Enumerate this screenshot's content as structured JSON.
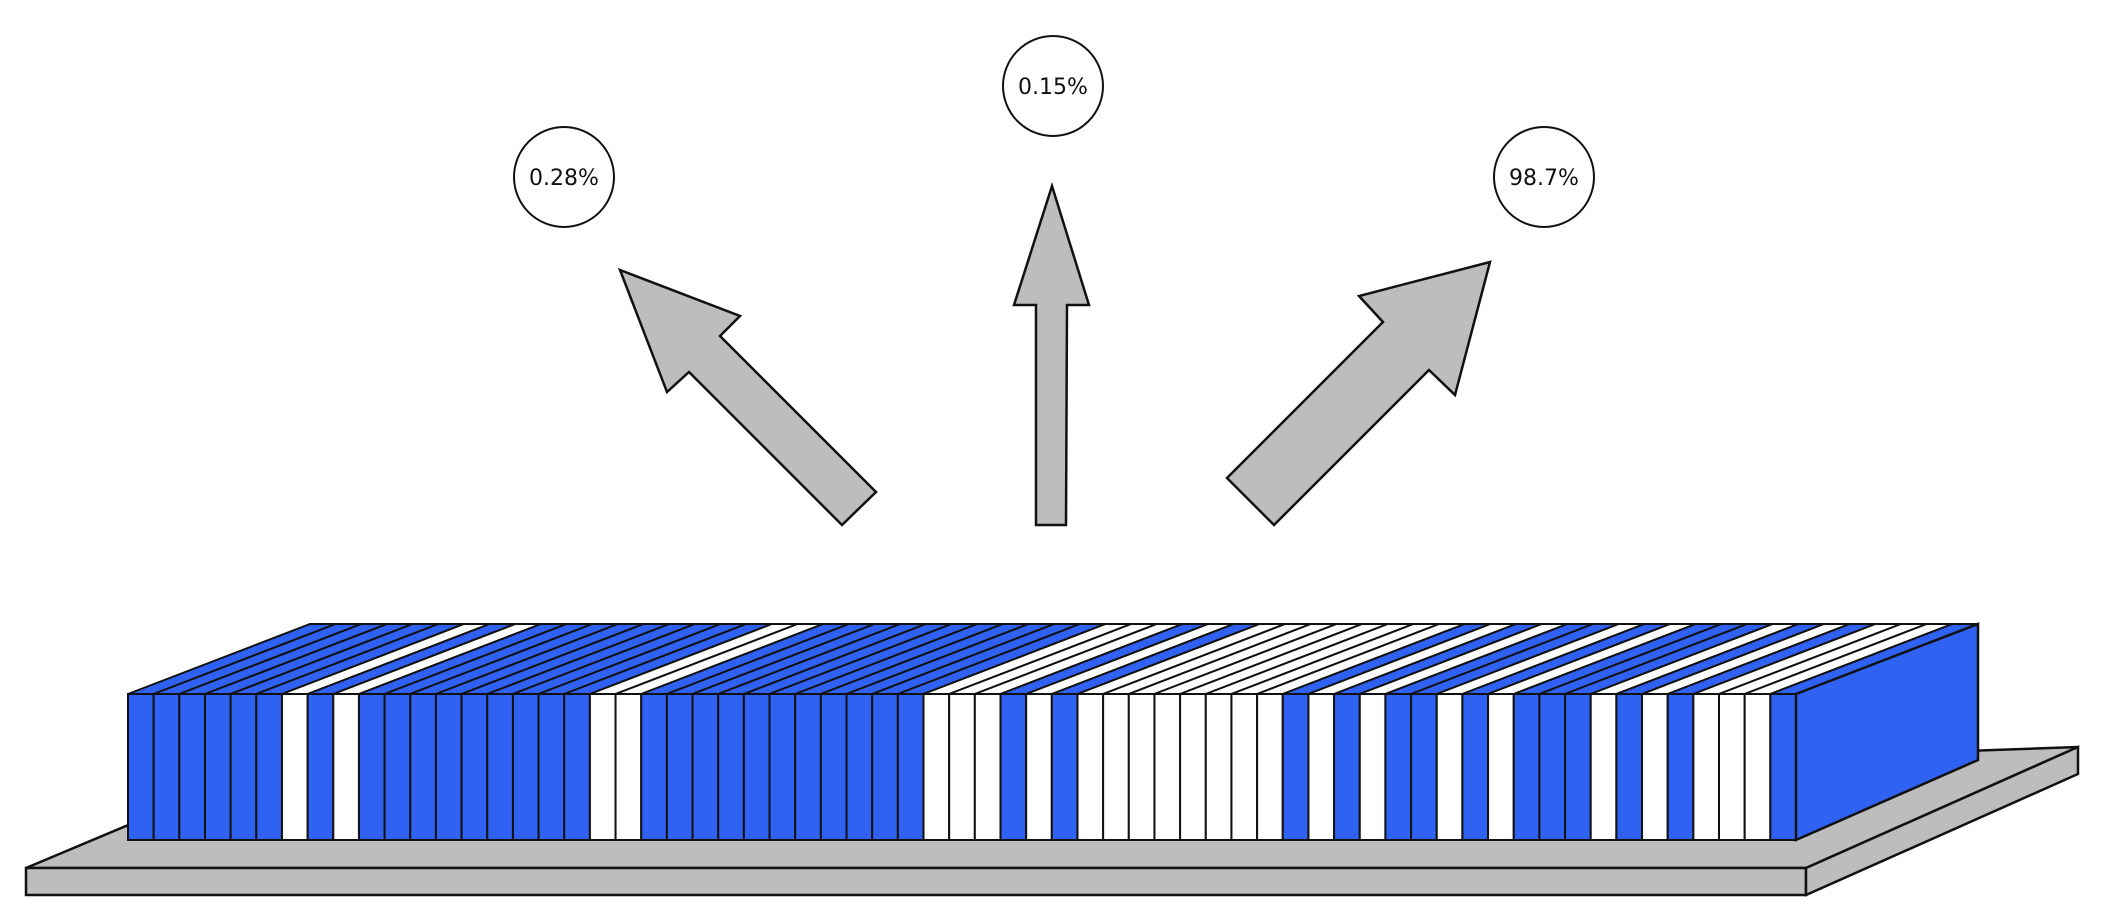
{
  "labels": {
    "left": "0.28%",
    "center": "0.15%",
    "right": "98.7%"
  },
  "colors": {
    "blue": "#2f62f2",
    "white": "#ffffff",
    "gray": "#bdbdbd",
    "stroke": "#111111"
  },
  "strip_pattern": [
    "blue",
    "blue",
    "blue",
    "blue",
    "blue",
    "blue",
    "white",
    "blue",
    "white",
    "blue",
    "blue",
    "blue",
    "blue",
    "blue",
    "blue",
    "blue",
    "blue",
    "blue",
    "white",
    "white",
    "blue",
    "blue",
    "blue",
    "blue",
    "blue",
    "blue",
    "blue",
    "blue",
    "blue",
    "blue",
    "blue",
    "white",
    "white",
    "white",
    "blue",
    "white",
    "blue",
    "white",
    "white",
    "white",
    "white",
    "white",
    "white",
    "white",
    "white",
    "blue",
    "white",
    "blue",
    "white",
    "blue",
    "blue",
    "white",
    "blue",
    "white",
    "blue",
    "blue",
    "blue",
    "white",
    "blue",
    "white",
    "blue",
    "white",
    "white",
    "white",
    "blue"
  ]
}
